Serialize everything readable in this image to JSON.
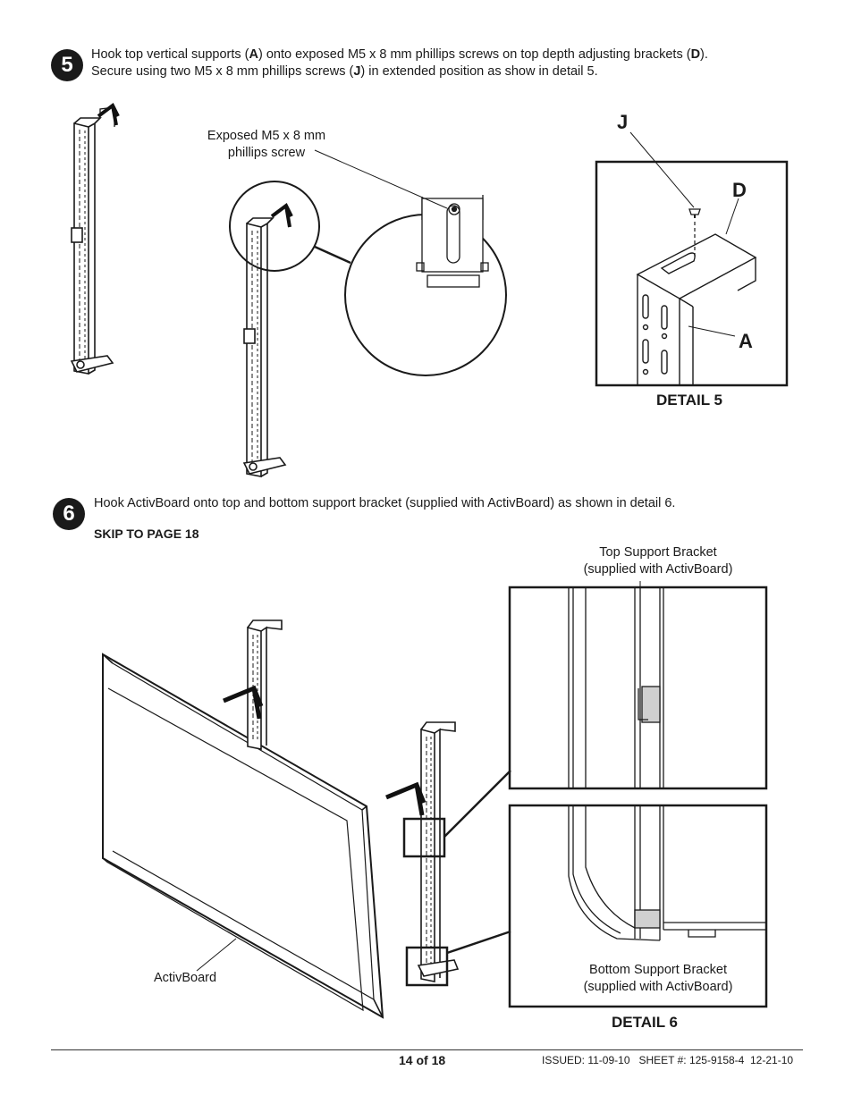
{
  "step5": {
    "number": "5",
    "line1_a": "Hook top vertical supports (",
    "line1_b": "A",
    "line1_c": ") onto exposed M5 x 8 mm phillips screws on top depth adjusting brackets (",
    "line1_d": "D",
    "line1_e": ").",
    "line2_a": "Secure using two M5 x 8 mm phillips screws (",
    "line2_b": "J",
    "line2_c": ") in extended position as show in detail 5.",
    "callout_line1": "Exposed M5 x 8 mm",
    "callout_line2": "phillips screw",
    "label_j": "J",
    "label_d": "D",
    "label_a": "A",
    "detail_title": "DETAIL 5"
  },
  "step6": {
    "number": "6",
    "instruction": "Hook ActivBoard onto top and bottom support bracket (supplied with ActivBoard) as shown in detail 6.",
    "skip": "SKIP TO PAGE 18",
    "top_bracket_line1": "Top Support Bracket",
    "top_bracket_line2": "(supplied with ActivBoard)",
    "bottom_bracket_line1": "Bottom Support Bracket",
    "bottom_bracket_line2": "(supplied with ActivBoard)",
    "activboard_label": "ActivBoard",
    "detail_title": "DETAIL 6"
  },
  "footer": {
    "page": "14 of 18",
    "issued": "ISSUED: 11-09-10   SHEET #: 125-9158-4  12-21-10"
  }
}
